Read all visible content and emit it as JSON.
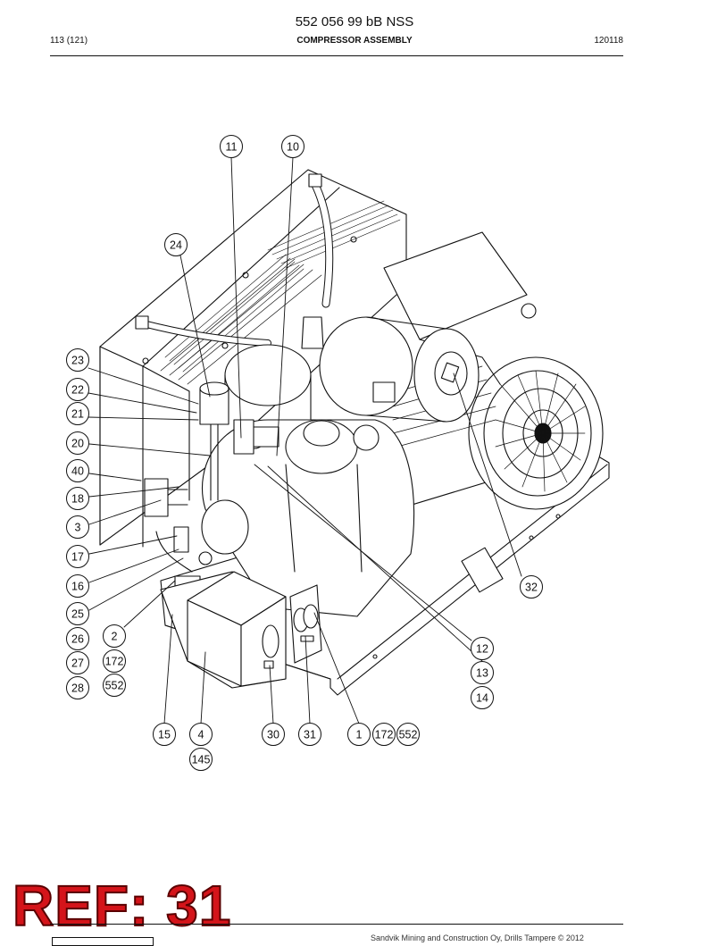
{
  "header": {
    "document_number": "552 056 99 bB NSS",
    "page": "113 (121)",
    "title": "COMPRESSOR ASSEMBLY",
    "date": "120118"
  },
  "callouts": [
    {
      "label": "11"
    },
    {
      "label": "10"
    },
    {
      "label": "24"
    },
    {
      "label": "23"
    },
    {
      "label": "22"
    },
    {
      "label": "21"
    },
    {
      "label": "20"
    },
    {
      "label": "40"
    },
    {
      "label": "18"
    },
    {
      "label": "3"
    },
    {
      "label": "17"
    },
    {
      "label": "16"
    },
    {
      "label": "25"
    },
    {
      "label": "26"
    },
    {
      "label": "2"
    },
    {
      "label": "27"
    },
    {
      "label": "172"
    },
    {
      "label": "28"
    },
    {
      "label": "552"
    },
    {
      "label": "12"
    },
    {
      "label": "13"
    },
    {
      "label": "14"
    },
    {
      "label": "32"
    },
    {
      "label": "15"
    },
    {
      "label": "4"
    },
    {
      "label": "145"
    },
    {
      "label": "30"
    },
    {
      "label": "31"
    },
    {
      "label": "1"
    },
    {
      "label": "172"
    },
    {
      "label": "552"
    }
  ],
  "stamp": {
    "text": "REF: 31",
    "color": "#d4141a"
  },
  "footer": {
    "copyright": "Sandvik Mining and Construction Oy, Drills Tampere © 2012"
  }
}
